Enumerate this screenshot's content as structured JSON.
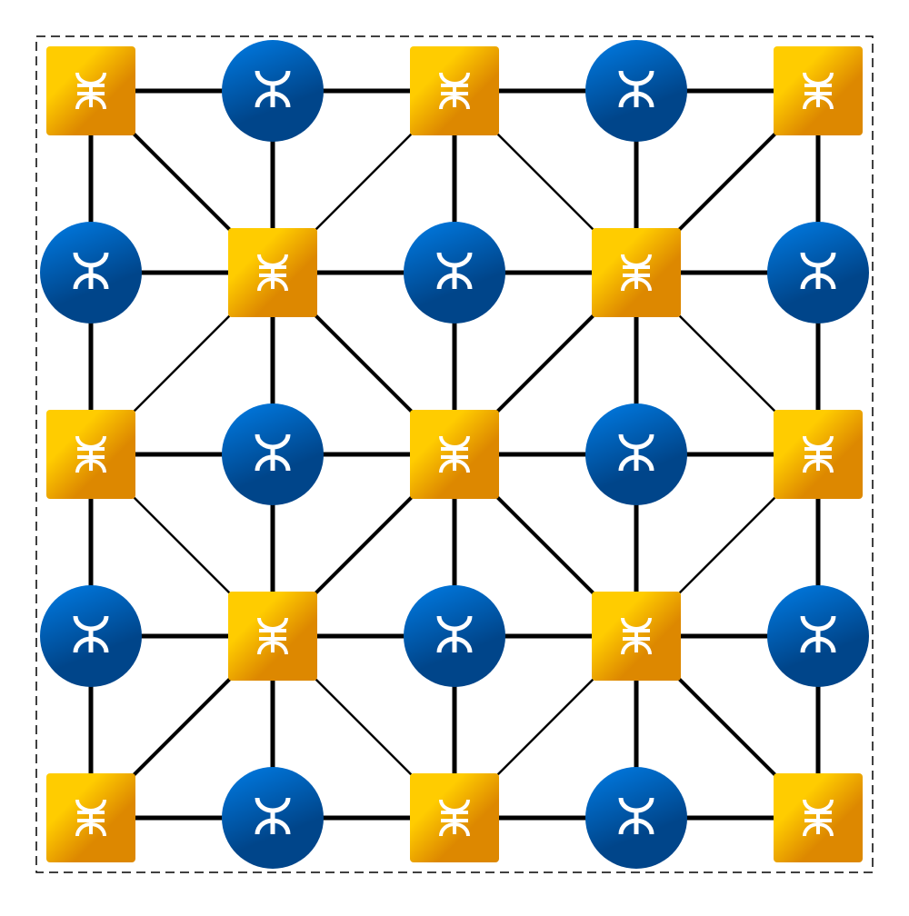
{
  "diagram": {
    "rows": 5,
    "cols": 5,
    "node_types": [
      [
        "square",
        "circle",
        "square",
        "circle",
        "square"
      ],
      [
        "circle",
        "square",
        "circle",
        "square",
        "circle"
      ],
      [
        "square",
        "circle",
        "square",
        "circle",
        "square"
      ],
      [
        "circle",
        "square",
        "circle",
        "square",
        "circle"
      ],
      [
        "square",
        "circle",
        "square",
        "circle",
        "square"
      ]
    ],
    "node_icon": "tifinagh-yaz-icon",
    "colors": {
      "square_light": "#ffcc00",
      "square_dark": "#dd8800",
      "circle_light": "#0077dd",
      "circle_dark": "#00458a",
      "edge": "#000000",
      "border": "#000000"
    },
    "diagonal_edges": [
      {
        "from": [
          0,
          0
        ],
        "to": [
          1,
          1
        ],
        "weight": "heavy"
      },
      {
        "from": [
          0,
          2
        ],
        "to": [
          1,
          1
        ],
        "weight": "light"
      },
      {
        "from": [
          0,
          2
        ],
        "to": [
          1,
          3
        ],
        "weight": "light"
      },
      {
        "from": [
          0,
          4
        ],
        "to": [
          1,
          3
        ],
        "weight": "heavy"
      },
      {
        "from": [
          1,
          1
        ],
        "to": [
          2,
          0
        ],
        "weight": "light"
      },
      {
        "from": [
          1,
          1
        ],
        "to": [
          2,
          2
        ],
        "weight": "heavy"
      },
      {
        "from": [
          1,
          3
        ],
        "to": [
          2,
          2
        ],
        "weight": "heavy"
      },
      {
        "from": [
          1,
          3
        ],
        "to": [
          2,
          4
        ],
        "weight": "light"
      },
      {
        "from": [
          2,
          0
        ],
        "to": [
          3,
          1
        ],
        "weight": "light"
      },
      {
        "from": [
          2,
          2
        ],
        "to": [
          3,
          1
        ],
        "weight": "heavy"
      },
      {
        "from": [
          2,
          2
        ],
        "to": [
          3,
          3
        ],
        "weight": "heavy"
      },
      {
        "from": [
          2,
          4
        ],
        "to": [
          3,
          3
        ],
        "weight": "light"
      },
      {
        "from": [
          3,
          1
        ],
        "to": [
          4,
          0
        ],
        "weight": "heavy"
      },
      {
        "from": [
          3,
          1
        ],
        "to": [
          4,
          2
        ],
        "weight": "light"
      },
      {
        "from": [
          3,
          3
        ],
        "to": [
          4,
          2
        ],
        "weight": "light"
      },
      {
        "from": [
          3,
          3
        ],
        "to": [
          4,
          4
        ],
        "weight": "heavy"
      }
    ]
  }
}
